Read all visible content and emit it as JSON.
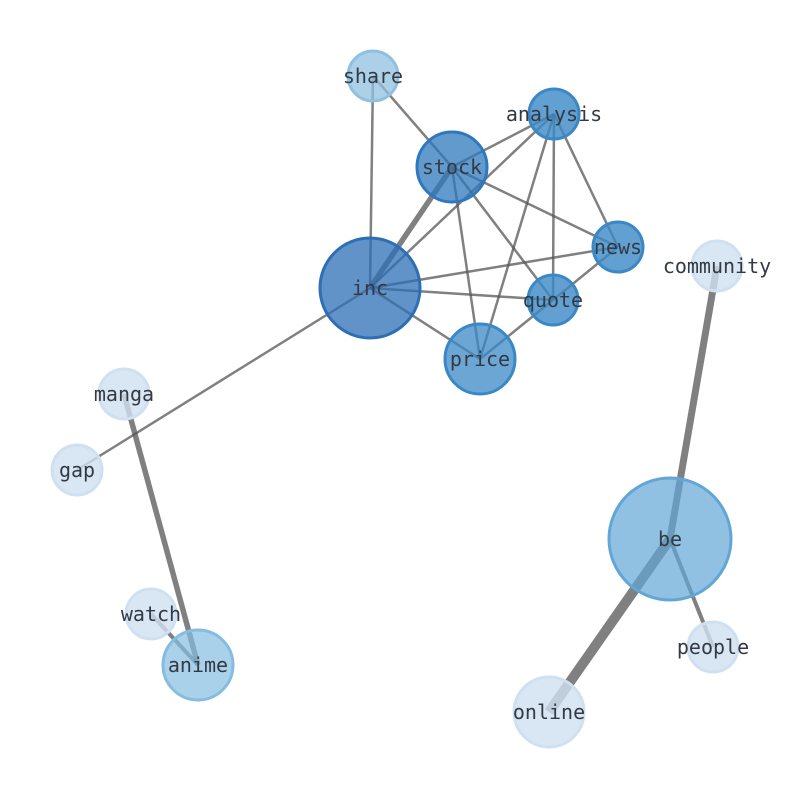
{
  "graph": {
    "nodes": [
      {
        "id": "share",
        "label": "share",
        "size": 1,
        "color": "#8fc0e0"
      },
      {
        "id": "analysis",
        "label": "analysis",
        "size": 2,
        "color": "#3a88c6"
      },
      {
        "id": "stock",
        "label": "stock",
        "size": 4,
        "color": "#2f78bd"
      },
      {
        "id": "news",
        "label": "news",
        "size": 2,
        "color": "#3a88c6"
      },
      {
        "id": "community",
        "label": "community",
        "size": 1,
        "color": "#cfe0f0"
      },
      {
        "id": "inc",
        "label": "inc",
        "size": 8,
        "color": "#2d6fb5"
      },
      {
        "id": "quote",
        "label": "quote",
        "size": 2,
        "color": "#3a88c6"
      },
      {
        "id": "price",
        "label": "price",
        "size": 4,
        "color": "#3a88c6"
      },
      {
        "id": "manga",
        "label": "manga",
        "size": 1,
        "color": "#cfe0f0"
      },
      {
        "id": "gap",
        "label": "gap",
        "size": 1,
        "color": "#cfe0f0"
      },
      {
        "id": "be",
        "label": "be",
        "size": 12,
        "color": "#62a6d6"
      },
      {
        "id": "watch",
        "label": "watch",
        "size": 1,
        "color": "#cfe0f0"
      },
      {
        "id": "anime",
        "label": "anime",
        "size": 4,
        "color": "#84bddf"
      },
      {
        "id": "people",
        "label": "people",
        "size": 1,
        "color": "#cfe0f0"
      },
      {
        "id": "online",
        "label": "online",
        "size": 4,
        "color": "#cfe0f0"
      }
    ],
    "edges": [
      {
        "source": "share",
        "target": "inc",
        "weight": 1
      },
      {
        "source": "share",
        "target": "stock",
        "weight": 1
      },
      {
        "source": "analysis",
        "target": "stock",
        "weight": 1
      },
      {
        "source": "analysis",
        "target": "inc",
        "weight": 1
      },
      {
        "source": "analysis",
        "target": "news",
        "weight": 1
      },
      {
        "source": "analysis",
        "target": "quote",
        "weight": 1
      },
      {
        "source": "analysis",
        "target": "price",
        "weight": 1
      },
      {
        "source": "stock",
        "target": "inc",
        "weight": 3
      },
      {
        "source": "stock",
        "target": "news",
        "weight": 1
      },
      {
        "source": "stock",
        "target": "quote",
        "weight": 1
      },
      {
        "source": "stock",
        "target": "price",
        "weight": 1
      },
      {
        "source": "inc",
        "target": "news",
        "weight": 1
      },
      {
        "source": "inc",
        "target": "quote",
        "weight": 1
      },
      {
        "source": "inc",
        "target": "price",
        "weight": 1
      },
      {
        "source": "inc",
        "target": "gap",
        "weight": 1
      },
      {
        "source": "news",
        "target": "quote",
        "weight": 1
      },
      {
        "source": "quote",
        "target": "price",
        "weight": 1
      },
      {
        "source": "community",
        "target": "be",
        "weight": 4
      },
      {
        "source": "manga",
        "target": "anime",
        "weight": 3
      },
      {
        "source": "watch",
        "target": "anime",
        "weight": 2
      },
      {
        "source": "be",
        "target": "people",
        "weight": 2
      },
      {
        "source": "be",
        "target": "online",
        "weight": 6
      }
    ]
  }
}
